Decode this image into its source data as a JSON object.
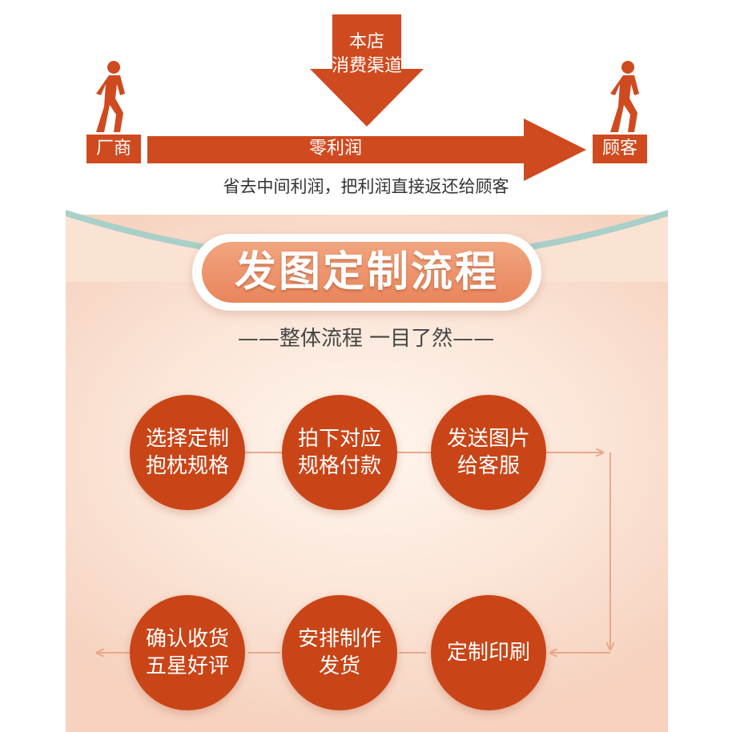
{
  "top": {
    "store_line1": "本店",
    "store_line2": "消费渠道",
    "left_label": "厂商",
    "right_label": "顾客",
    "bar_label": "零利润",
    "tagline": "省去中间利润，把利润直接返还给顾客"
  },
  "header": {
    "title": "发图定制流程",
    "subtitle": "——整体流程  一目了然——"
  },
  "steps": [
    {
      "line1": "选择定制",
      "line2": "抱枕规格"
    },
    {
      "line1": "拍下对应",
      "line2": "规格付款"
    },
    {
      "line1": "发送图片",
      "line2": "给客服"
    },
    {
      "line1": "定制印刷",
      "line2": ""
    },
    {
      "line1": "安排制作",
      "line2": "发货"
    },
    {
      "line1": "确认收货",
      "line2": "五星好评"
    }
  ],
  "colors": {
    "accent": "#cf4a1f",
    "circle": "#c94517",
    "connector": "#e9a88a",
    "panel": "#fbe5d7",
    "teal_band": "#a9cfc9"
  }
}
